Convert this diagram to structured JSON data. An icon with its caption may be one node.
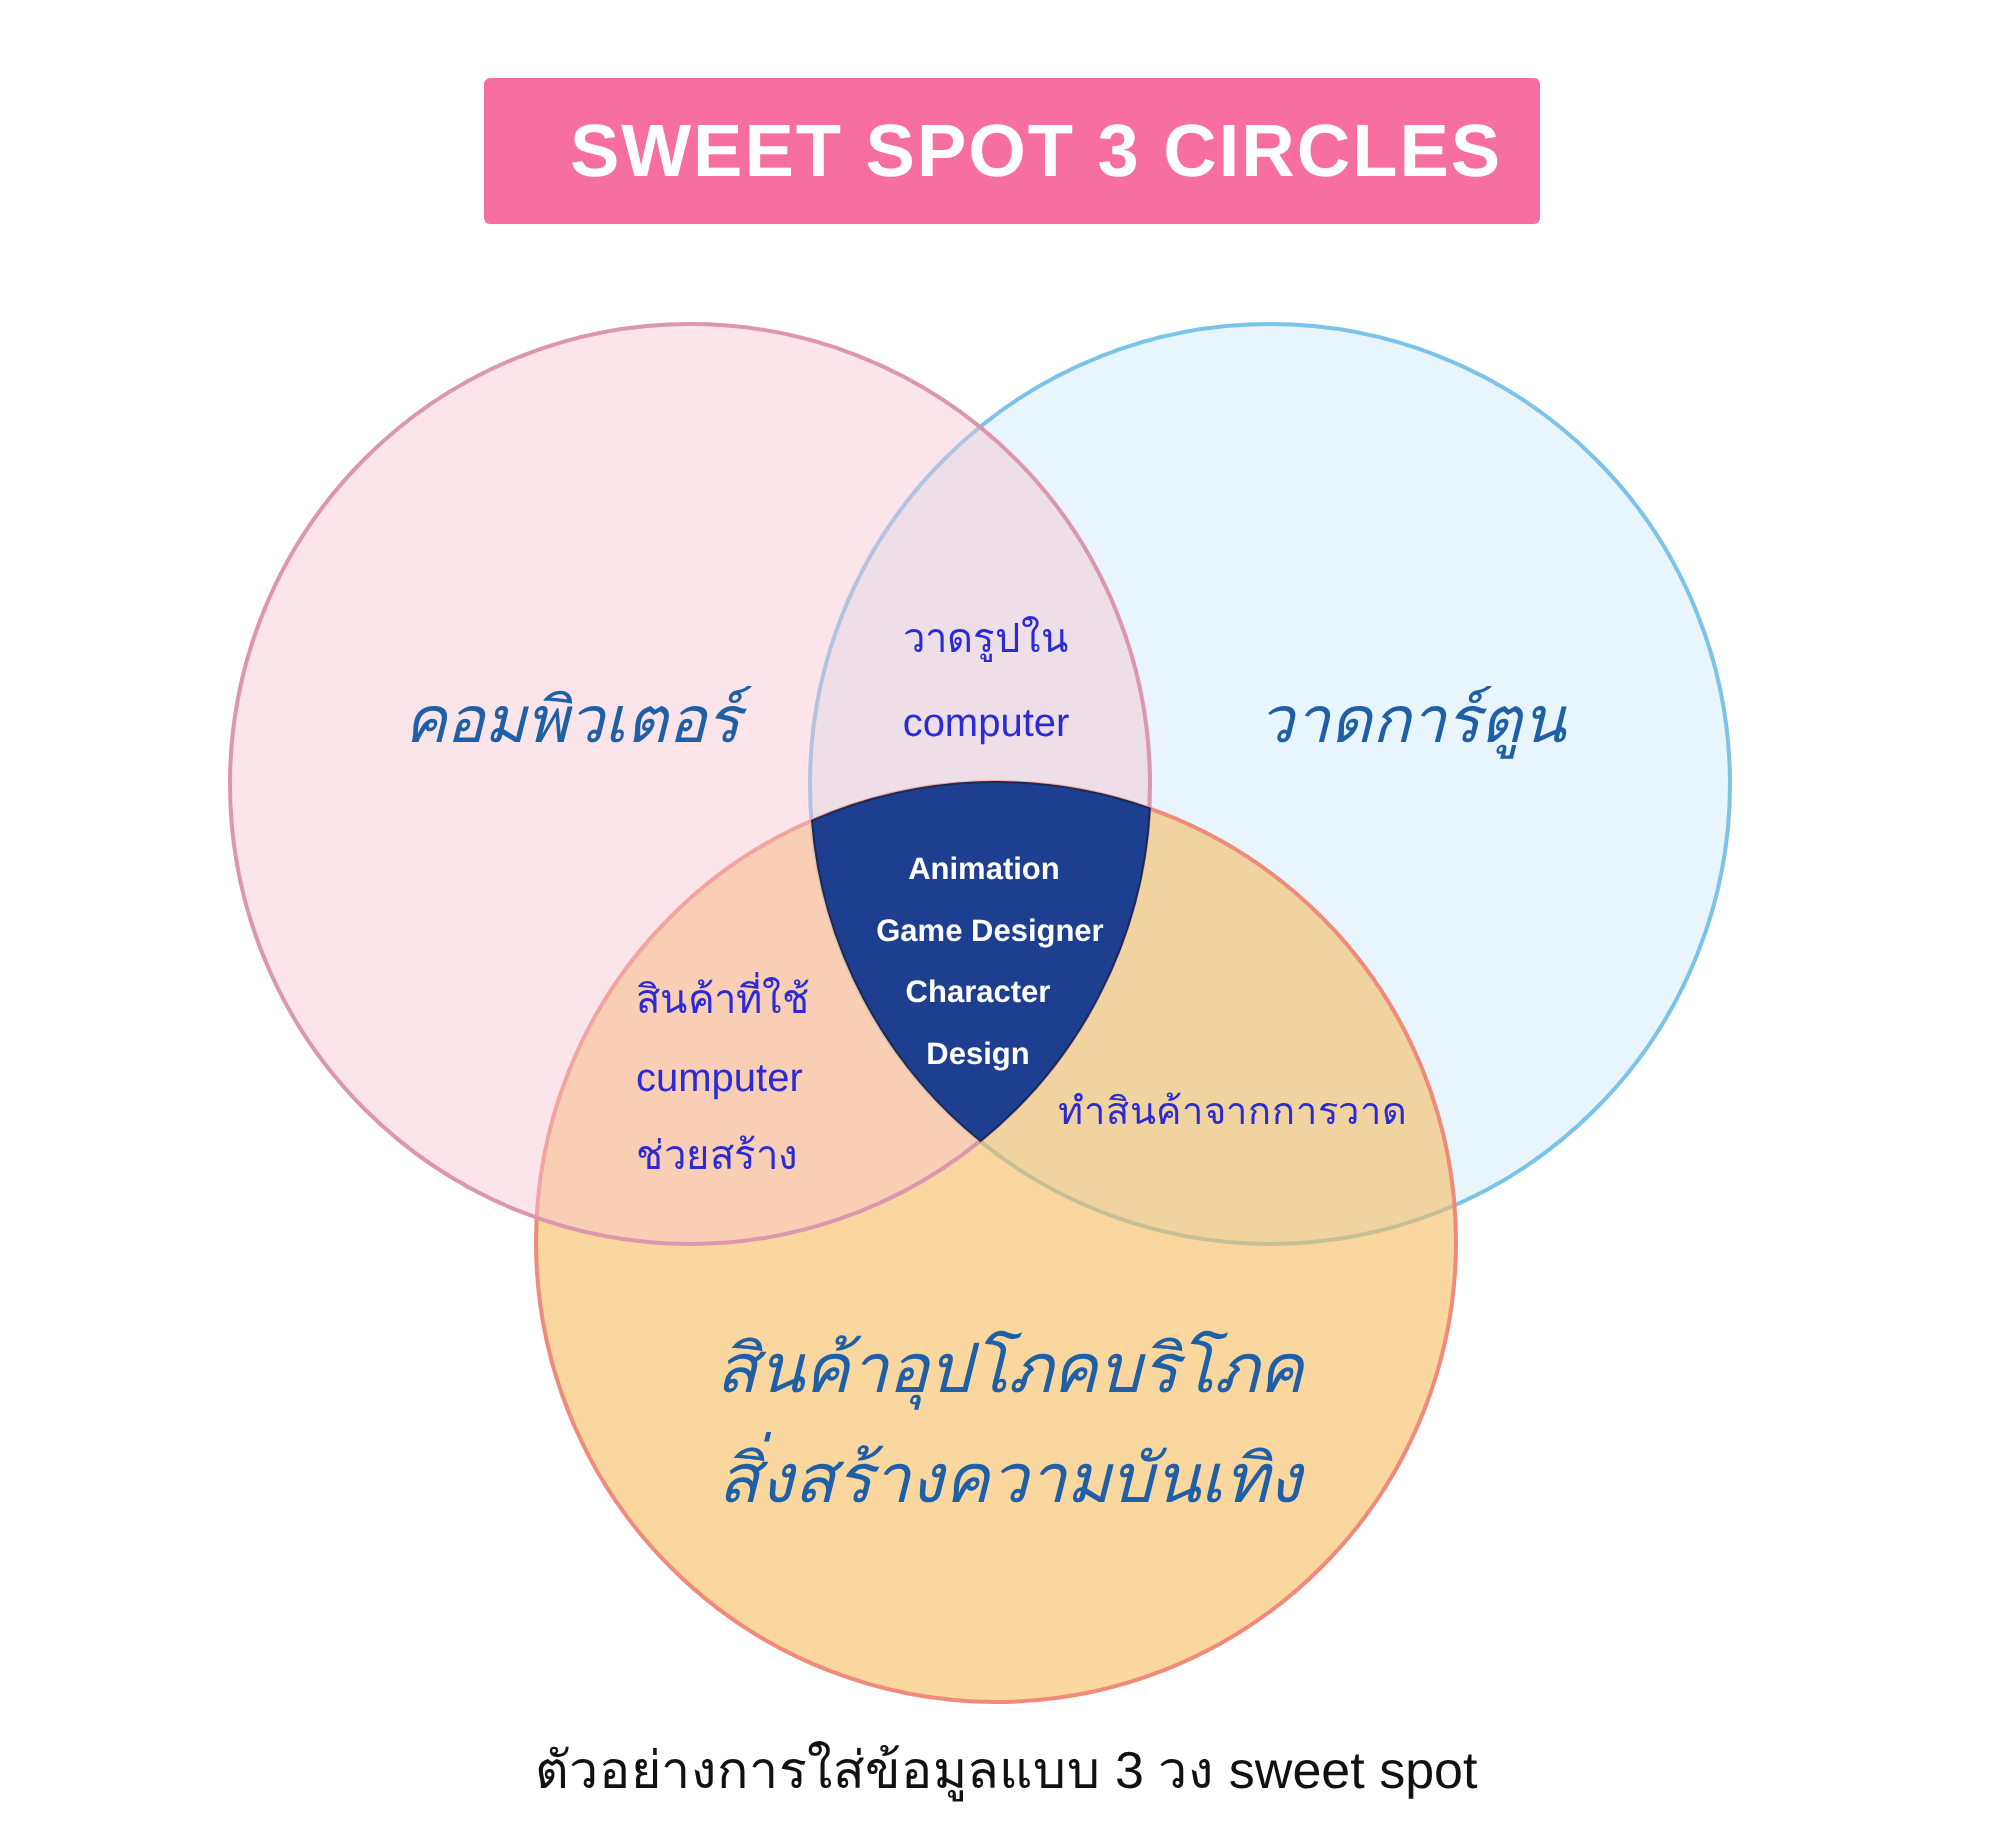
{
  "diagram": {
    "title": "SWEET SPOT 3 CIRCLES",
    "caption": "ตัวอย่างการใส่ข้อมูลแบบ 3 วง sweet spot",
    "nodes": [
      {
        "text": [
          "คอมพิวเตอร์"
        ]
      },
      {
        "text": [
          "วาดการ์ตูน"
        ]
      },
      {
        "text": [
          "สินค้าอุปโภคบริโภค",
          "สิ่งสร้างความบันเทิง"
        ]
      },
      {
        "text": [
          "Animation",
          "Game Designer",
          "Character Design"
        ]
      }
    ],
    "labels": [
      "วาดรูปใน computer",
      "สินค้าที่ใช้ cumputer ช่วยสร้าง",
      "ทำสินค้าจากการวาด"
    ]
  }
}
